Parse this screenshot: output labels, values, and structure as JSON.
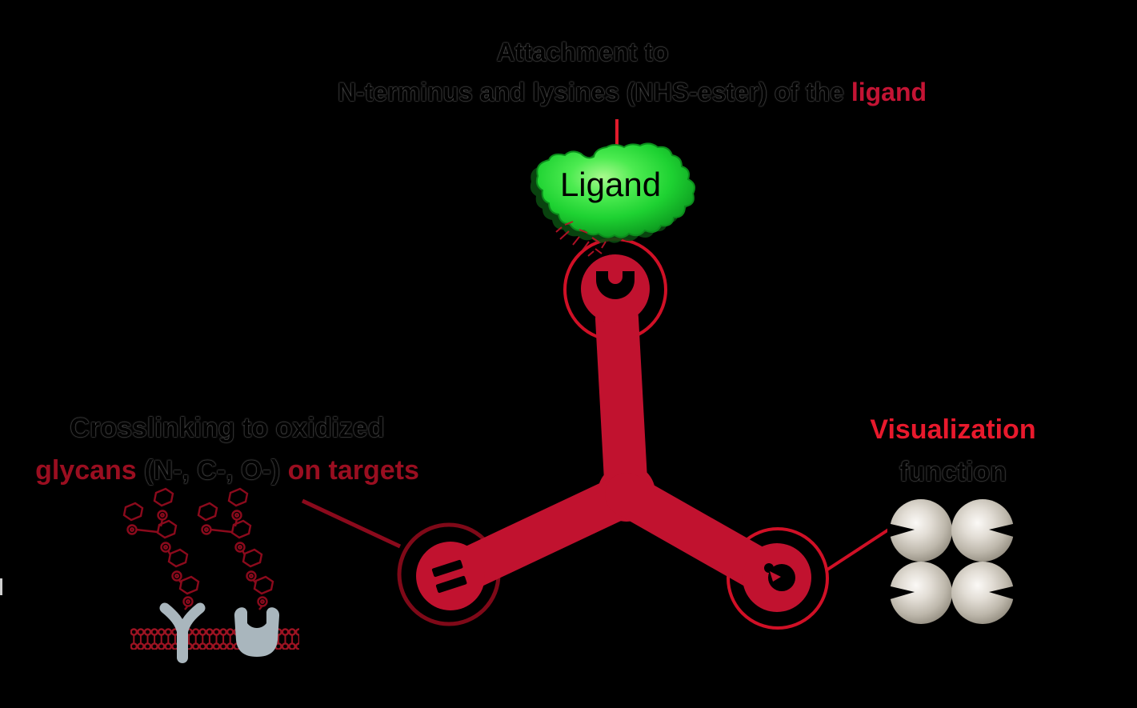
{
  "labels": {
    "attachment": {
      "line1": "Attachment to",
      "line2_black": "N-terminus and lysines (NHS-ester) of the ",
      "line2_red": "ligand"
    },
    "crosslinking": {
      "line1": "Crosslinking to oxidized",
      "glycans": "glycans ",
      "chem_groups": "(N-, C-, O-) ",
      "on_targets": "on targets"
    },
    "visualization": {
      "line1": "Visualization",
      "line2": "function"
    },
    "ligand": "Ligand"
  },
  "colors": {
    "background": "#000000",
    "molecule_red": "#c1122f",
    "annotation_red": "#d01026",
    "dark_red": "#8b0a1c",
    "bright_red": "#e11b2c",
    "crimson_text": "#c41434",
    "maroon_text": "#9a0e20",
    "ligand_green": "#2edf3f",
    "membrane_red": "#9e1322",
    "receptor_gray": "#a9b6bd",
    "sphere_gray": "#bdb7ab"
  }
}
